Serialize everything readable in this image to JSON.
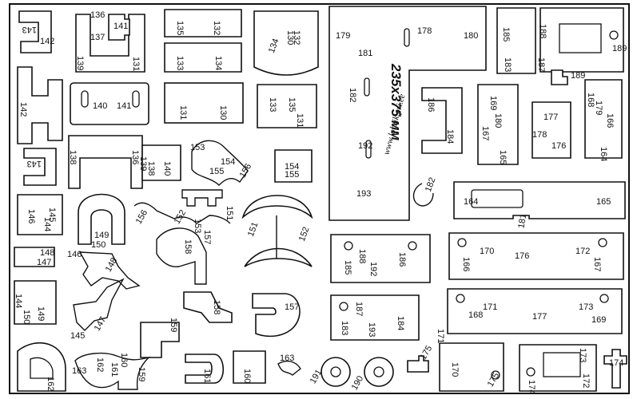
{
  "sheet": {
    "size_text": "235x375 мм",
    "url_text": "www.lobzik.pri.ee"
  },
  "parts": {
    "p143a": "143",
    "p142a": "142",
    "p136": "136",
    "p137": "137",
    "p141a": "141",
    "p139a": "139",
    "p131a": "131",
    "p135a": "135",
    "p132a": "132",
    "p133a": "133",
    "p134a": "134",
    "p130a": "130",
    "p132b": "132",
    "p134b": "134",
    "p179": "179",
    "p178": "178",
    "p180": "180",
    "p181a": "181",
    "p182a": "182",
    "p185a": "185",
    "p188a": "188",
    "p183a": "183",
    "p187a": "187",
    "p189a": "189",
    "p189b": "189",
    "p142b": "142",
    "p140a": "140",
    "p141b": "141",
    "p131b": "131",
    "p130b": "130",
    "p133b": "133",
    "p135b": "135",
    "p131c": "131",
    "p186a": "186",
    "p184a": "184",
    "p169a": "169",
    "p180b": "180",
    "p167a": "167",
    "p165a": "165",
    "p168a": "168",
    "p179b": "179",
    "p166a": "166",
    "p164a": "164",
    "p177a": "177",
    "p178b": "178",
    "p176a": "176",
    "p138a": "138",
    "p136b": "136",
    "p139b": "139",
    "p138b": "138",
    "p140b": "140",
    "p153a": "153",
    "p155a": "155",
    "p154a": "154",
    "p156a": "156",
    "p154b": "154",
    "p155b": "155",
    "p192a": "192",
    "p193a": "193",
    "p182b": "182",
    "p143b": "143",
    "p146a": "146",
    "p144a": "144",
    "p145a": "145",
    "p149a": "149",
    "p150a": "150",
    "p156b": "156",
    "p152a": "152",
    "p153b": "153",
    "p151a": "151",
    "p164b": "164",
    "p165b": "165",
    "p181b": "181",
    "p151b": "151",
    "p152b": "152",
    "p158a": "158",
    "p157a": "157",
    "p148a": "148",
    "p147a": "147",
    "p146b": "146",
    "p148b": "148",
    "p188b": "188",
    "p185b": "185",
    "p192b": "192",
    "p186b": "186",
    "p170a": "170",
    "p166b": "166",
    "p176b": "176",
    "p172a": "172",
    "p167b": "167",
    "p144b": "144",
    "p150b": "150",
    "p149b": "149",
    "p147b": "147",
    "p145b": "145",
    "p158b": "158",
    "p157b": "157",
    "p159a": "159",
    "p187b": "187",
    "p183b": "183",
    "p193b": "193",
    "p184b": "184",
    "p168b": "168",
    "p171a": "171",
    "p177b": "177",
    "p173a": "173",
    "p169b": "169",
    "p162a": "162",
    "p163a": "163",
    "p162b": "162",
    "p161a": "161",
    "p160a": "160",
    "p159b": "159",
    "p161b": "161",
    "p160b": "160",
    "p163b": "163",
    "p191a": "191",
    "p190a": "190",
    "p175a": "175",
    "p171b": "171",
    "p170b": "170",
    "p175b": "175",
    "p173b": "173",
    "p174a": "174",
    "p172b": "172",
    "p174b": "174"
  }
}
